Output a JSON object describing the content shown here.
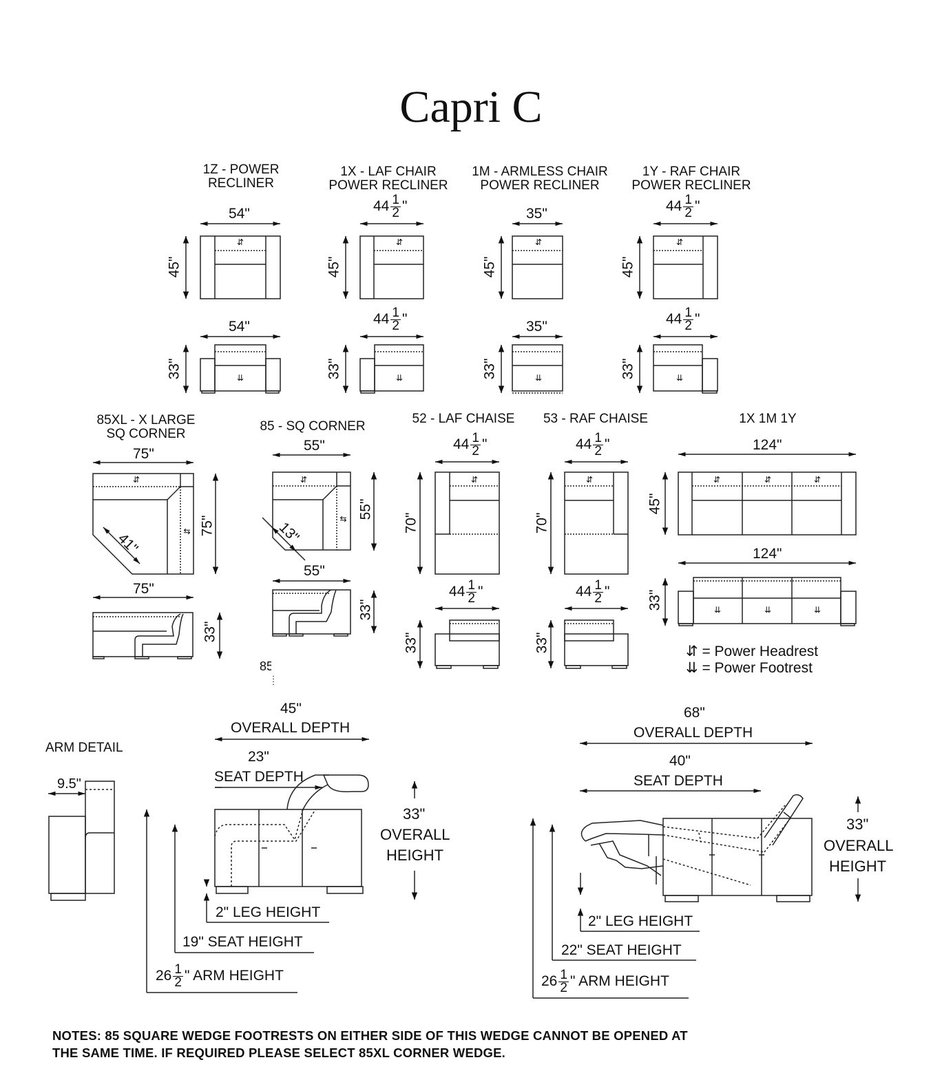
{
  "title": "Capri C",
  "pieces": [
    {
      "code": "1Z",
      "line1": "1Z - POWER",
      "line2": "RECLINER",
      "width": "54\"",
      "depth": "45\"",
      "height": "33\""
    },
    {
      "code": "1X",
      "line1": "1X - LAF CHAIR",
      "line2": "POWER RECLINER",
      "width_whole": "44",
      "width_num": "1",
      "width_den": "2",
      "depth": "45\"",
      "height": "33\""
    },
    {
      "code": "1M",
      "line1": "1M - ARMLESS CHAIR",
      "line2": "POWER RECLINER",
      "width": "35\"",
      "depth": "45\"",
      "height": "33\""
    },
    {
      "code": "1Y",
      "line1": "1Y - RAF CHAIR",
      "line2": "POWER RECLINER",
      "width_whole": "44",
      "width_num": "1",
      "width_den": "2",
      "depth": "45\"",
      "height": "33\""
    },
    {
      "code": "85XL",
      "line1": "85XL - X LARGE",
      "line2": "SQ CORNER",
      "width": "75\"",
      "depth": "75\"",
      "diagonal": "41\"",
      "height": "33\""
    },
    {
      "code": "85",
      "line1": "85 - SQ CORNER",
      "width": "55\"",
      "depth": "55\"",
      "diagonal": "13\"",
      "height": "33\"",
      "stray_text": "85"
    },
    {
      "code": "52",
      "line1": "52 - LAF CHAISE",
      "width_whole": "44",
      "width_num": "1",
      "width_den": "2",
      "depth": "70\"",
      "height": "33\""
    },
    {
      "code": "53",
      "line1": "53 - RAF CHAISE",
      "width_whole": "44",
      "width_num": "1",
      "width_den": "2",
      "depth": "70\"",
      "height": "33\""
    },
    {
      "code": "1X 1M 1Y",
      "line1": "1X 1M 1Y",
      "width": "124\"",
      "depth": "45\"",
      "height": "33\""
    }
  ],
  "legend": {
    "headrest_symbol": "⇵",
    "headrest_label": "= Power Headrest",
    "footrest_symbol": "⇊",
    "footrest_label": "= Power Footrest"
  },
  "arm_detail": {
    "label": "ARM DETAIL",
    "width": "9.5\""
  },
  "side_closed": {
    "overall_depth_value": "45\"",
    "overall_depth_label": "OVERALL DEPTH",
    "seat_depth_value": "23\"",
    "seat_depth_label": "SEAT DEPTH",
    "overall_height_value": "33\"",
    "overall_height_l1": "OVERALL",
    "overall_height_l2": "HEIGHT",
    "leg_height": "2\" LEG HEIGHT",
    "seat_height": "19\" SEAT HEIGHT",
    "arm_whole": "26",
    "arm_num": "1",
    "arm_den": "2",
    "arm_label": "\" ARM HEIGHT"
  },
  "side_open": {
    "overall_depth_value": "68\"",
    "overall_depth_label": "OVERALL DEPTH",
    "seat_depth_value": "40\"",
    "seat_depth_label": "SEAT DEPTH",
    "overall_height_value": "33\"",
    "overall_height_l1": "OVERALL",
    "overall_height_l2": "HEIGHT",
    "leg_height": "2\" LEG HEIGHT",
    "seat_height": "22\" SEAT HEIGHT",
    "arm_whole": "26",
    "arm_num": "1",
    "arm_den": "2",
    "arm_label": "\" ARM HEIGHT"
  },
  "notes": {
    "line1": "NOTES: 85 SQUARE WEDGE FOOTRESTS ON EITHER SIDE OF THIS WEDGE CANNOT BE OPENED AT",
    "line2": "THE SAME TIME. IF REQUIRED PLEASE SELECT 85XL CORNER WEDGE."
  }
}
